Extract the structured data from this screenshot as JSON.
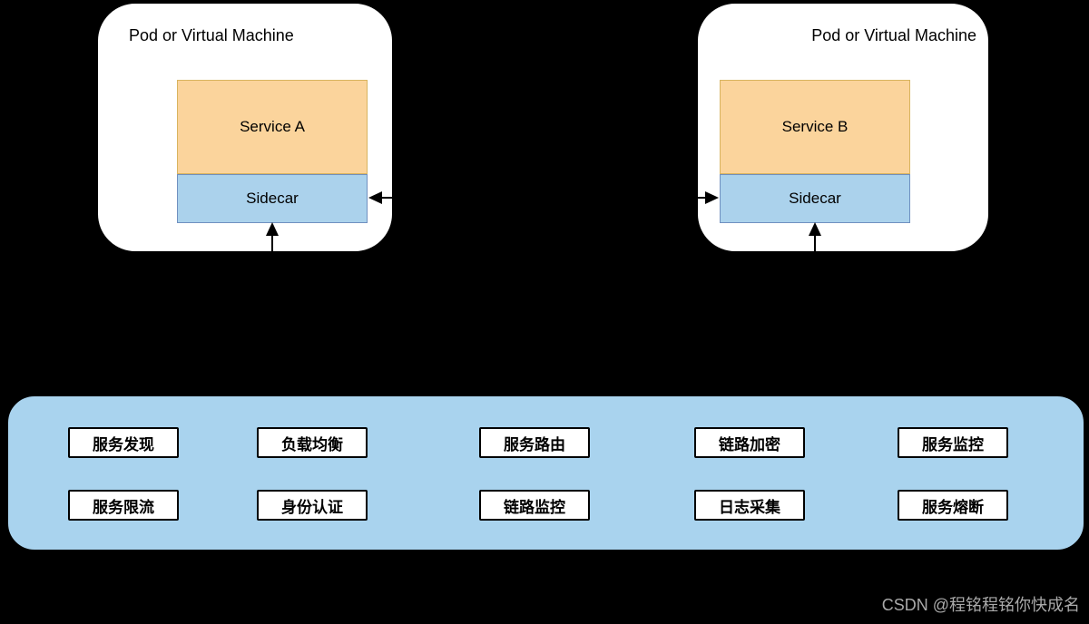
{
  "pods": [
    {
      "title": "Pod or Virtual Machine",
      "service": "Service A",
      "sidecar": "Sidecar"
    },
    {
      "title": "Pod or Virtual Machine",
      "service": "Service B",
      "sidecar": "Sidecar"
    }
  ],
  "features": [
    "服务发现",
    "负载均衡",
    "服务路由",
    "链路加密",
    "服务监控",
    "服务限流",
    "身份认证",
    "链路监控",
    "日志采集",
    "服务熔断"
  ],
  "watermark": "CSDN @程铭程铭你快成名",
  "colors": {
    "page_bg": "#000000",
    "pod_fill": "#FFFFFF",
    "service_fill": "#FBD49C",
    "service_border": "#D8B45F",
    "sidecar_fill": "#ABD2EC",
    "sidecar_border": "#7090C0",
    "mesh_fill": "#A9D3EE",
    "line_color": "#000000",
    "watermark_color": "#A9A9A9"
  }
}
